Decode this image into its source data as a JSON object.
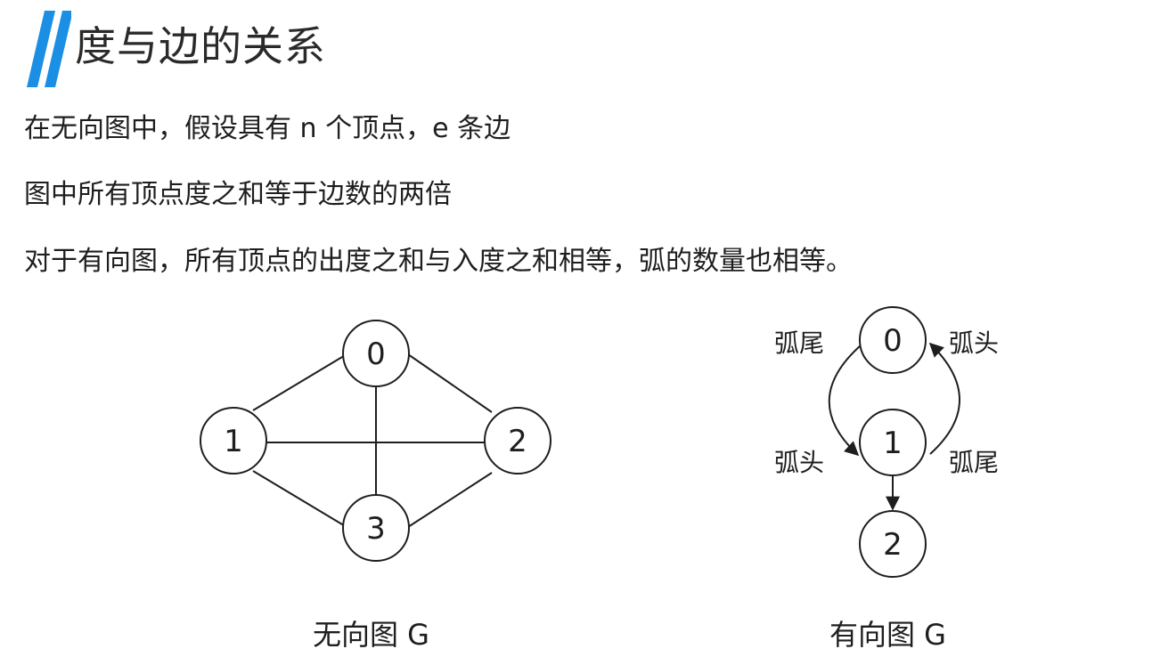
{
  "header": {
    "title": "度与边的关系",
    "accent_color": "#1a8fe3"
  },
  "lines": [
    "在无向图中，假设具有 n 个顶点，e 条边",
    "图中所有顶点度之和等于边数的两倍",
    "对于有向图，所有顶点的出度之和与入度之和相等，弧的数量也相等。"
  ],
  "undirected_graph": {
    "caption": "无向图 G",
    "nodes": [
      "0",
      "1",
      "2",
      "3"
    ],
    "edges": [
      [
        "0",
        "1"
      ],
      [
        "0",
        "2"
      ],
      [
        "0",
        "3"
      ],
      [
        "1",
        "2"
      ],
      [
        "1",
        "3"
      ],
      [
        "2",
        "3"
      ]
    ]
  },
  "directed_graph": {
    "caption": "有向图 G",
    "nodes": [
      "0",
      "1",
      "2"
    ],
    "arcs": [
      [
        "0",
        "1"
      ],
      [
        "1",
        "0"
      ],
      [
        "1",
        "2"
      ]
    ],
    "labels": {
      "tail_0": "弧尾",
      "head_0": "弧头",
      "head_1": "弧头",
      "tail_1": "弧尾"
    }
  }
}
